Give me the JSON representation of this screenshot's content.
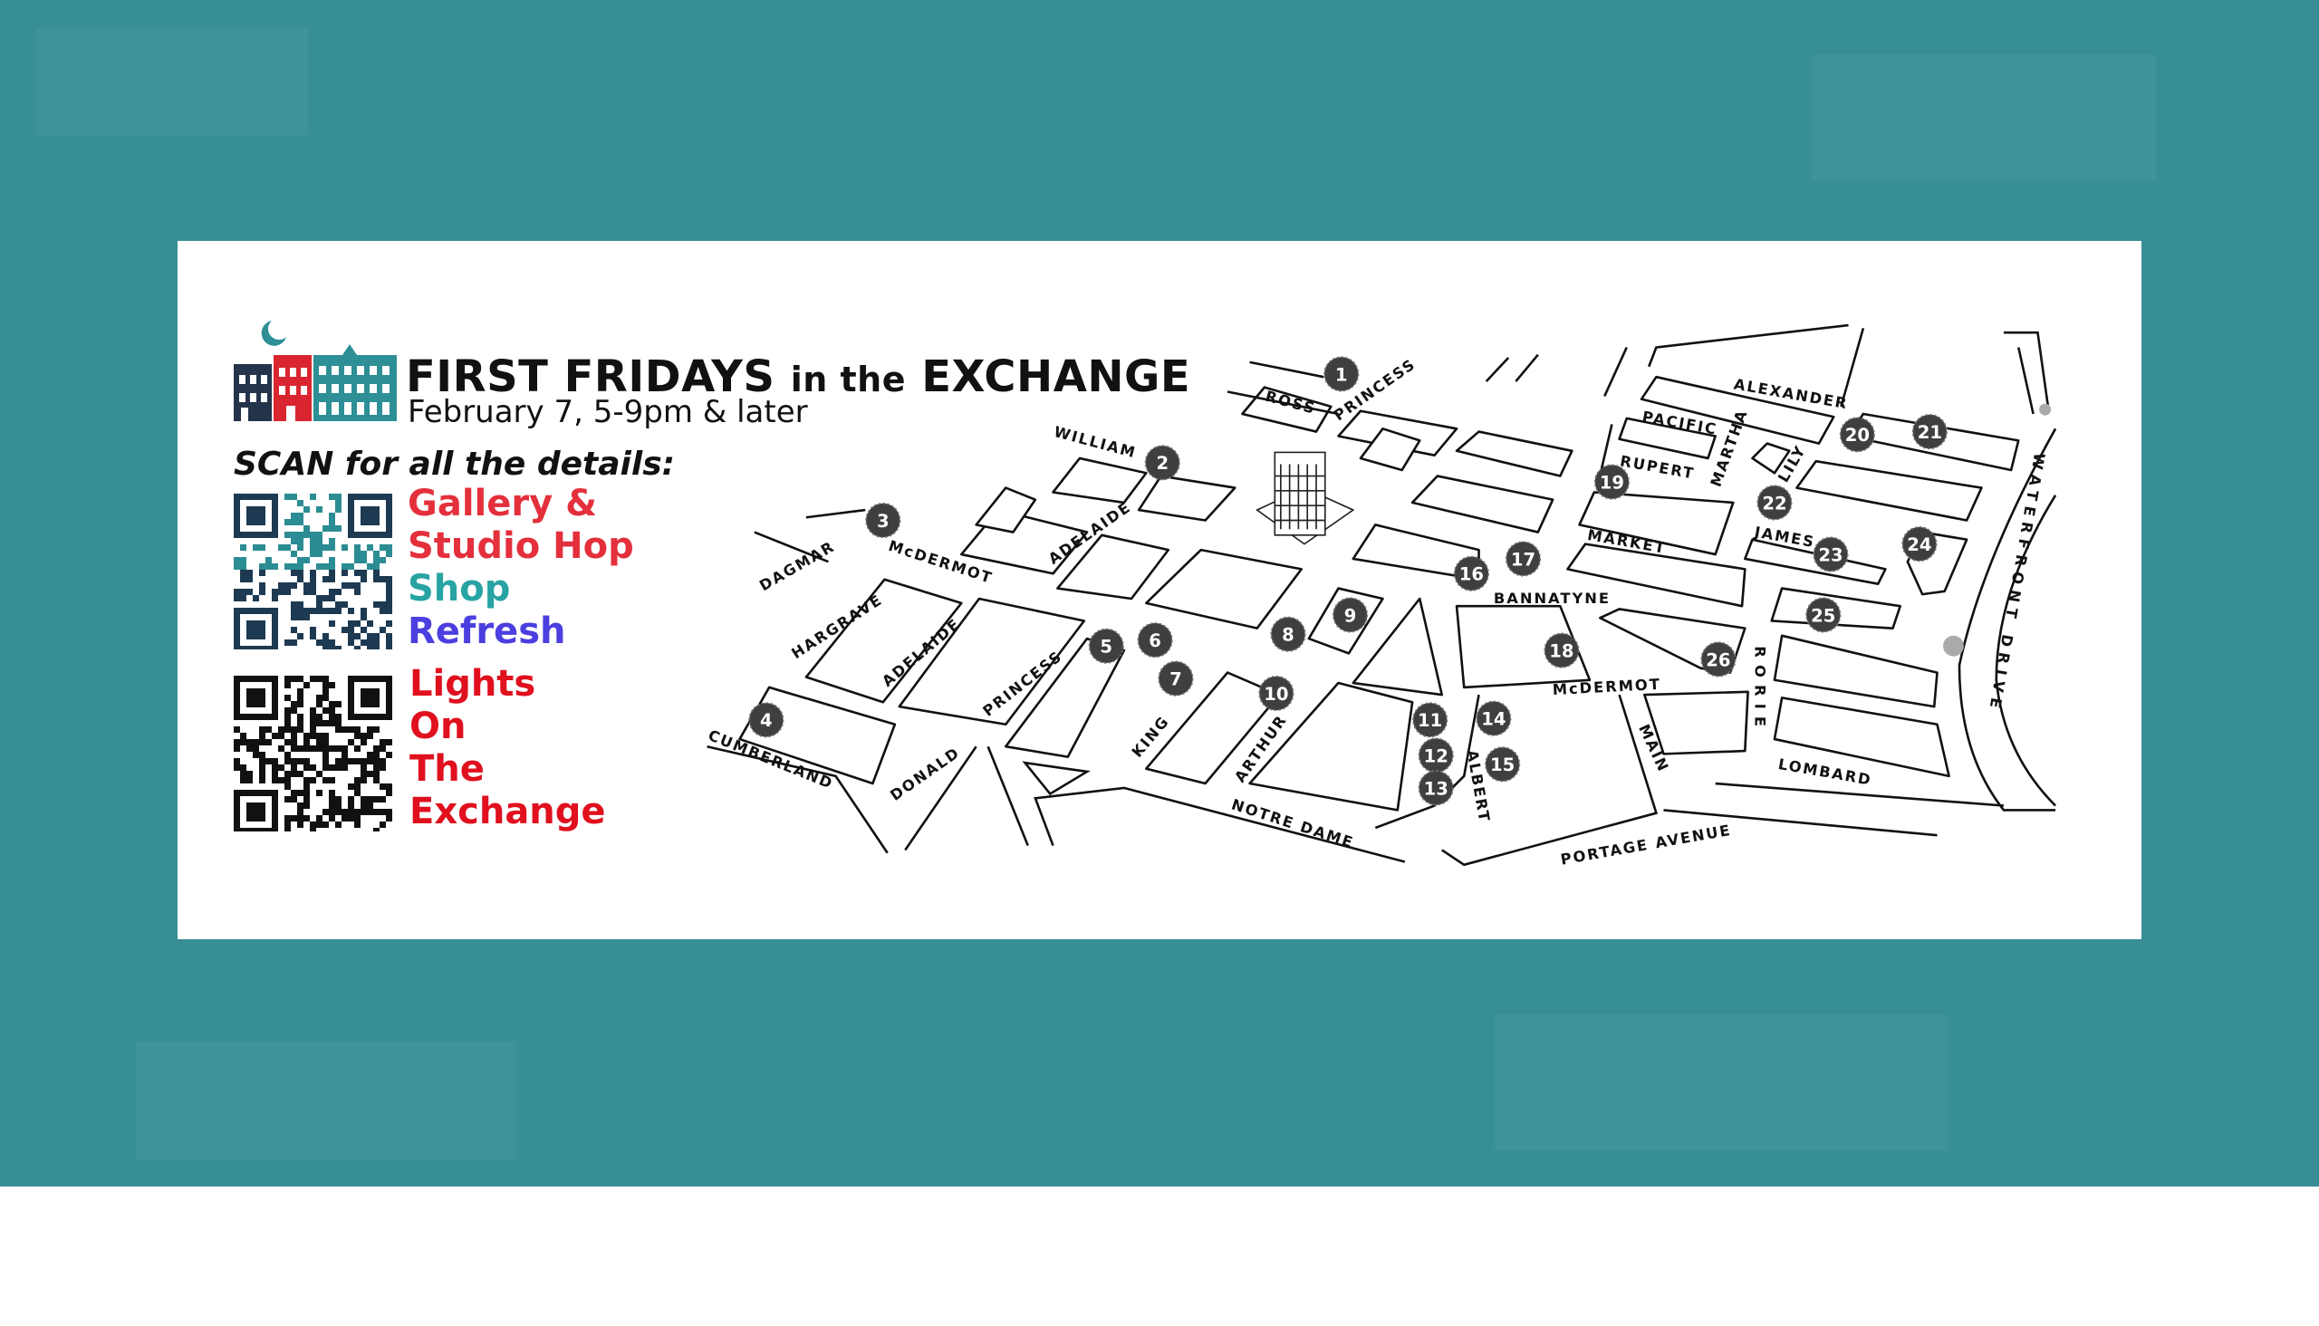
{
  "event": {
    "title_part1": "FIRST FRIDAYS",
    "title_part2": "in the",
    "title_part3": "EXCHANGE",
    "subtitle": "February 7, 5-9pm & later"
  },
  "scan_heading": "SCAN for all the details:",
  "qr_groups": [
    {
      "labels": [
        {
          "text": "Gallery &",
          "color": "#e4303c"
        },
        {
          "text": "Studio Hop",
          "color": "#e4303c"
        },
        {
          "text": "Shop",
          "color": "#27a3a3"
        },
        {
          "text": "Refresh",
          "color": "#4b3fe0"
        }
      ]
    },
    {
      "labels": [
        {
          "text": "Lights",
          "color": "#e0101e"
        },
        {
          "text": "On",
          "color": "#e0101e"
        },
        {
          "text": "The",
          "color": "#e0101e"
        },
        {
          "text": "Exchange",
          "color": "#e0101e"
        }
      ]
    }
  ],
  "streets": {
    "ross": "ROSS",
    "princess_n": "PRINCESS",
    "william": "WILLIAM",
    "adelaide_n": "ADELAIDE",
    "dagmar": "DAGMAR",
    "mcdermot_w": "McDERMOT",
    "hargrave": "HARGRAVE",
    "adelaide_s": "ADELAIDE",
    "princess_s": "PRINCESS",
    "cumberland": "CUMBERLAND",
    "donald": "DONALD",
    "king": "KING",
    "arthur": "ARTHUR",
    "notre_dame": "NOTRE DAME",
    "albert": "ALBERT",
    "bannatyne": "BANNATYNE",
    "mcdermot_e": "McDERMOT",
    "main": "MAIN",
    "portage": "PORTAGE AVENUE",
    "market": "MARKET",
    "rupert": "RUPERT",
    "pacific": "PACIFIC",
    "martha": "MARTHA",
    "alexander": "ALEXANDER",
    "lily": "LILY",
    "james": "JAMES",
    "rorie": "RORIE",
    "lombard": "LOMBARD",
    "waterfront": "WATERFRONT DRIVE"
  },
  "markers": [
    "1",
    "2",
    "3",
    "4",
    "5",
    "6",
    "7",
    "8",
    "9",
    "10",
    "11",
    "12",
    "13",
    "14",
    "15",
    "16",
    "17",
    "18",
    "19",
    "20",
    "21",
    "22",
    "23",
    "24",
    "25",
    "26"
  ],
  "colors": {
    "background": "#378e95",
    "marker": "#3f3f3f",
    "logo_teal": "#2e8f96",
    "logo_red": "#d9252f",
    "logo_navy": "#24344a"
  }
}
